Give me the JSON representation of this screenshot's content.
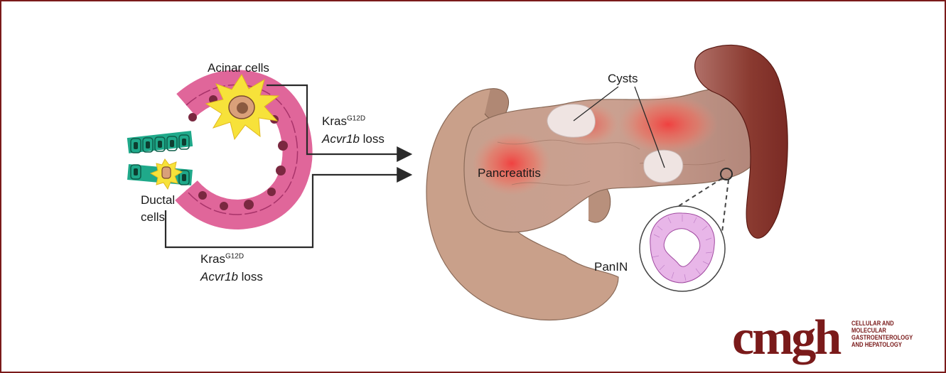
{
  "labels": {
    "acinar": "Acinar cells",
    "ductal_line1": "Ductal",
    "ductal_line2": "cells",
    "kras_base": "Kras",
    "kras_sup": "G12D",
    "acvr_gene": "Acvr1b",
    "acvr_suffix": " loss",
    "cysts": "Cysts",
    "pancreatitis": "Pancreatitis",
    "panin": "PanIN"
  },
  "logo": {
    "mark": "cmgh",
    "lines": [
      "CELLULAR AND",
      "MOLECULAR",
      "GASTROENTEROLOGY",
      "AND HEPATOLOGY"
    ]
  },
  "colors": {
    "frame": "#7a1a1a",
    "acinar_cell": "#e0669a",
    "ductal_cell": "#1fa98a",
    "tissue": "#c9a08a",
    "inflammation": "#f04a4a",
    "spleen_end": "#7a2a24",
    "logo": "#7a1a1a"
  }
}
